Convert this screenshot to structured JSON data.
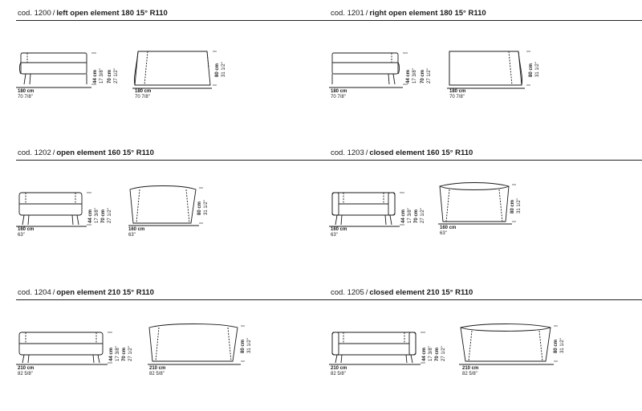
{
  "entries": [
    {
      "code": "cod. 1200",
      "name": "left open element 180 15° R110",
      "front_label": "180 cm",
      "front_inch": "70 7/8\"",
      "seat_h": "44 cm",
      "seat_h_in": "17 3/8\"",
      "back_h": "70 cm",
      "back_h_in": "27 1/2\"",
      "top_label": "180 cm",
      "top_inch": "70 7/8\"",
      "depth": "80 cm",
      "depth_in": "31 1/2\""
    },
    {
      "code": "cod. 1201",
      "name": "right open element 180 15° R110",
      "front_label": "180 cm",
      "front_inch": "70 7/8\"",
      "seat_h": "44 cm",
      "seat_h_in": "17 3/8\"",
      "back_h": "70 cm",
      "back_h_in": "27 1/2\"",
      "top_label": "180 cm",
      "top_inch": "70 7/8\"",
      "depth": "80 cm",
      "depth_in": "31 1/2\""
    },
    {
      "code": "cod. 1202",
      "name": "open element 160 15° R110",
      "front_label": "160 cm",
      "front_inch": "63\"",
      "seat_h": "44 cm",
      "seat_h_in": "17 3/8\"",
      "back_h": "70 cm",
      "back_h_in": "27 1/2\"",
      "top_label": "160 cm",
      "top_inch": "63\"",
      "depth": "80 cm",
      "depth_in": "31 1/2\""
    },
    {
      "code": "cod. 1203",
      "name": "closed element 160 15° R110",
      "front_label": "160 cm",
      "front_inch": "63\"",
      "seat_h": "44 cm",
      "seat_h_in": "17 3/8\"",
      "back_h": "70 cm",
      "back_h_in": "27 1/2\"",
      "top_label": "160 cm",
      "top_inch": "63\"",
      "depth": "80 cm",
      "depth_in": "31 1/2\""
    },
    {
      "code": "cod. 1204",
      "name": "open element 210 15° R110",
      "front_label": "210 cm",
      "front_inch": "82 5/8\"",
      "seat_h": "44 cm",
      "seat_h_in": "17 3/8\"",
      "back_h": "70 cm",
      "back_h_in": "27 1/2\"",
      "top_label": "210 cm",
      "top_inch": "82 5/8\"",
      "depth": "80 cm",
      "depth_in": "31 1/2\""
    },
    {
      "code": "cod. 1205",
      "name": "closed element 210 15° R110",
      "front_label": "210 cm",
      "front_inch": "82 5/8\"",
      "seat_h": "44 cm",
      "seat_h_in": "17 3/8\"",
      "back_h": "70 cm",
      "back_h_in": "27 1/2\"",
      "top_label": "210 cm",
      "top_inch": "82 5/8\"",
      "depth": "80 cm",
      "depth_in": "31 1/2\""
    }
  ],
  "colors": {
    "line": "#1a1a1a",
    "paper": "#ffffff"
  }
}
